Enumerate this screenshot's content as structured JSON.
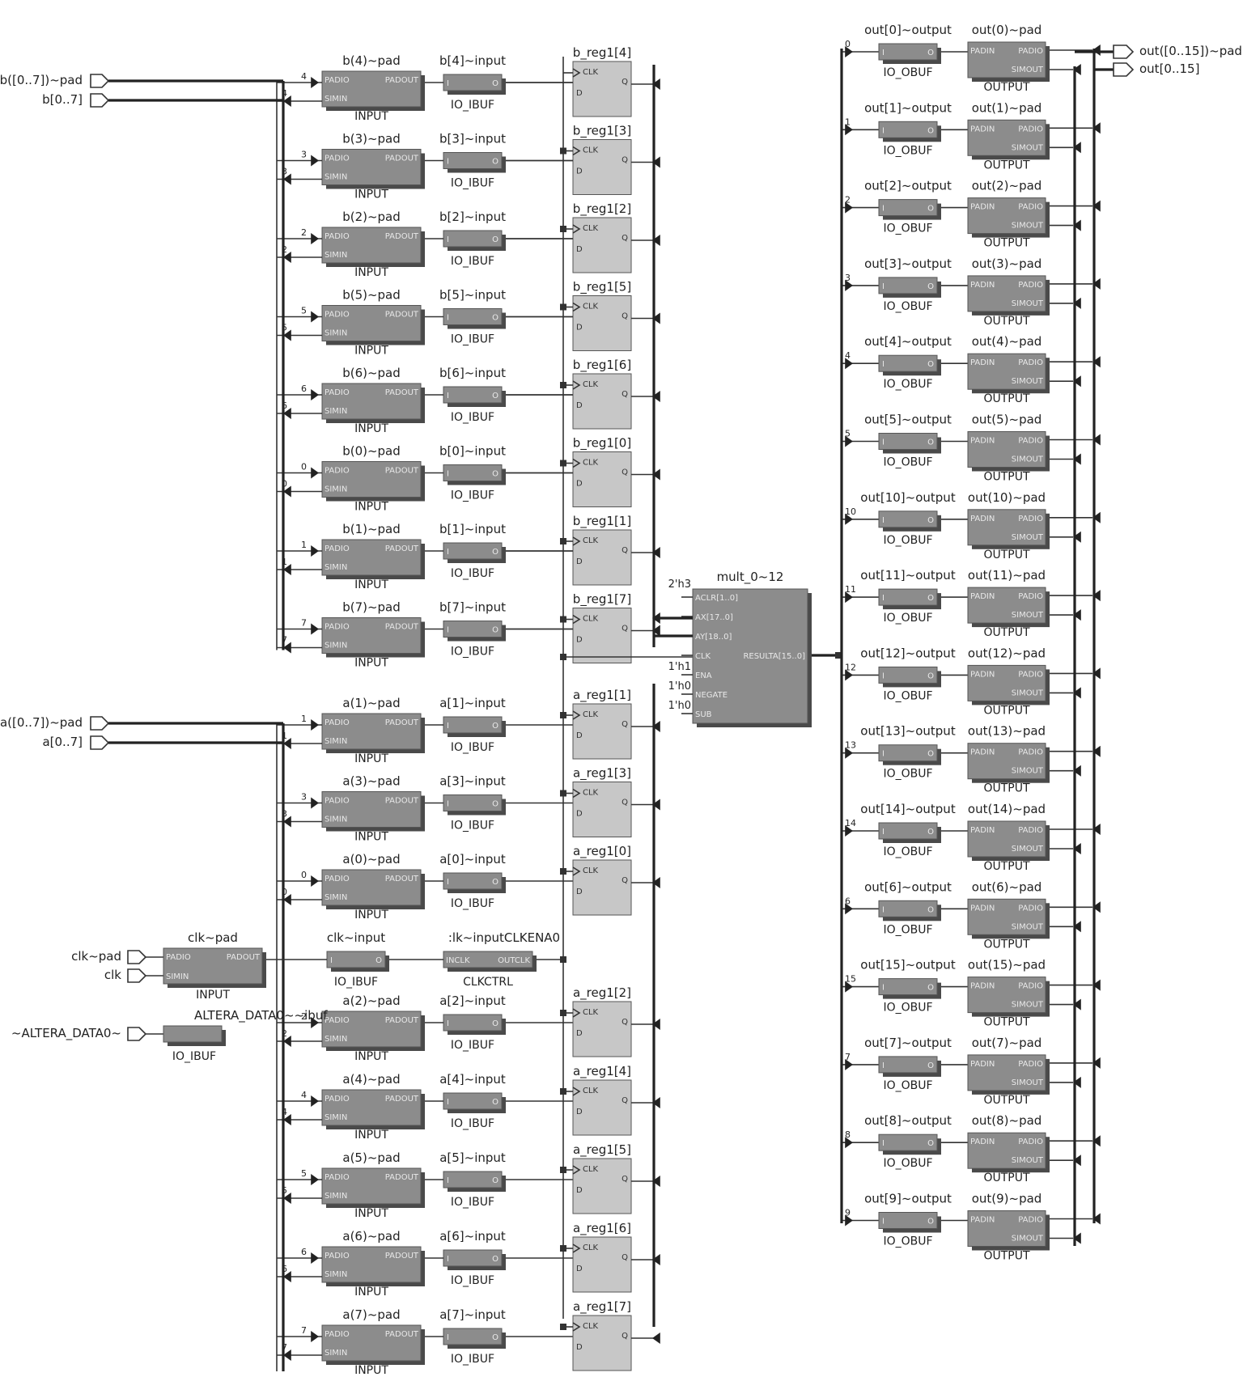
{
  "ports": {
    "b_bus": "b([0..7])~pad",
    "b_sim": "b[0..7]",
    "a_bus": "a([0..7])~pad",
    "a_sim": "a[0..7]",
    "clk_pad": "clk~pad",
    "clk": "clk",
    "altera": "~ALTERA_DATA0~",
    "out_bus": "out([0..15])~pad",
    "out_sim": "out[0..15]"
  },
  "pins": {
    "padio": "PADIO",
    "padout": "PADOUT",
    "simin": "SIMIN",
    "padin": "PADIN",
    "simout": "SIMOUT",
    "i": "I",
    "o": "O",
    "clk": "CLK",
    "d": "D",
    "q": "Q",
    "inclk": "INCLK",
    "outclk": "OUTCLK"
  },
  "types": {
    "input": "INPUT",
    "output": "OUTPUT",
    "io_ibuf": "IO_IBUF",
    "io_obuf": "IO_OBUF",
    "clkctrl": "CLKCTRL"
  },
  "b_rows": [
    {
      "idx": "4",
      "pad": "b(4)~pad",
      "ibuf": "b[4]~input",
      "reg": "b_reg1[4]"
    },
    {
      "idx": "3",
      "pad": "b(3)~pad",
      "ibuf": "b[3]~input",
      "reg": "b_reg1[3]"
    },
    {
      "idx": "2",
      "pad": "b(2)~pad",
      "ibuf": "b[2]~input",
      "reg": "b_reg1[2]"
    },
    {
      "idx": "5",
      "pad": "b(5)~pad",
      "ibuf": "b[5]~input",
      "reg": "b_reg1[5]"
    },
    {
      "idx": "6",
      "pad": "b(6)~pad",
      "ibuf": "b[6]~input",
      "reg": "b_reg1[6]"
    },
    {
      "idx": "0",
      "pad": "b(0)~pad",
      "ibuf": "b[0]~input",
      "reg": "b_reg1[0]"
    },
    {
      "idx": "1",
      "pad": "b(1)~pad",
      "ibuf": "b[1]~input",
      "reg": "b_reg1[1]"
    },
    {
      "idx": "7",
      "pad": "b(7)~pad",
      "ibuf": "b[7]~input",
      "reg": "b_reg1[7]"
    }
  ],
  "a_rows_top": [
    {
      "idx": "1",
      "pad": "a(1)~pad",
      "ibuf": "a[1]~input",
      "reg": "a_reg1[1]"
    },
    {
      "idx": "3",
      "pad": "a(3)~pad",
      "ibuf": "a[3]~input",
      "reg": "a_reg1[3]"
    },
    {
      "idx": "0",
      "pad": "a(0)~pad",
      "ibuf": "a[0]~input",
      "reg": "a_reg1[0]"
    }
  ],
  "a_rows_bottom": [
    {
      "idx": "2",
      "pad": "a(2)~pad",
      "ibuf": "a[2]~input",
      "reg": "a_reg1[2]"
    },
    {
      "idx": "4",
      "pad": "a(4)~pad",
      "ibuf": "a[4]~input",
      "reg": "a_reg1[4]"
    },
    {
      "idx": "5",
      "pad": "a(5)~pad",
      "ibuf": "a[5]~input",
      "reg": "a_reg1[5]"
    },
    {
      "idx": "6",
      "pad": "a(6)~pad",
      "ibuf": "a[6]~input",
      "reg": "a_reg1[6]"
    },
    {
      "idx": "7",
      "pad": "a(7)~pad",
      "ibuf": "a[7]~input",
      "reg": "a_reg1[7]"
    }
  ],
  "clk_block": {
    "pad": "clk~pad",
    "ibuf": "clk~input",
    "ctrl": ":lk~inputCLKENA0"
  },
  "altera_block": {
    "name": "ALTERA_DATA0~~ibuf"
  },
  "mult": {
    "name": "mult_0~12",
    "pins": [
      "ACLR[1..0]",
      "AX[17..0]",
      "AY[18..0]",
      "CLK",
      "ENA",
      "NEGATE",
      "SUB"
    ],
    "result": "RESULTA[15..0]",
    "consts": [
      "2'h3",
      "1'h1",
      "1'h0",
      "1'h0"
    ]
  },
  "out_rows": [
    {
      "idx": "0",
      "obuf": "out[0]~output",
      "pad": "out(0)~pad"
    },
    {
      "idx": "1",
      "obuf": "out[1]~output",
      "pad": "out(1)~pad"
    },
    {
      "idx": "2",
      "obuf": "out[2]~output",
      "pad": "out(2)~pad"
    },
    {
      "idx": "3",
      "obuf": "out[3]~output",
      "pad": "out(3)~pad"
    },
    {
      "idx": "4",
      "obuf": "out[4]~output",
      "pad": "out(4)~pad"
    },
    {
      "idx": "5",
      "obuf": "out[5]~output",
      "pad": "out(5)~pad"
    },
    {
      "idx": "10",
      "obuf": "out[10]~output",
      "pad": "out(10)~pad"
    },
    {
      "idx": "11",
      "obuf": "out[11]~output",
      "pad": "out(11)~pad"
    },
    {
      "idx": "12",
      "obuf": "out[12]~output",
      "pad": "out(12)~pad"
    },
    {
      "idx": "13",
      "obuf": "out[13]~output",
      "pad": "out(13)~pad"
    },
    {
      "idx": "14",
      "obuf": "out[14]~output",
      "pad": "out(14)~pad"
    },
    {
      "idx": "6",
      "obuf": "out[6]~output",
      "pad": "out(6)~pad"
    },
    {
      "idx": "15",
      "obuf": "out[15]~output",
      "pad": "out(15)~pad"
    },
    {
      "idx": "7",
      "obuf": "out[7]~output",
      "pad": "out(7)~pad"
    },
    {
      "idx": "8",
      "obuf": "out[8]~output",
      "pad": "out(8)~pad"
    },
    {
      "idx": "9",
      "obuf": "out[9]~output",
      "pad": "out(9)~pad"
    }
  ]
}
